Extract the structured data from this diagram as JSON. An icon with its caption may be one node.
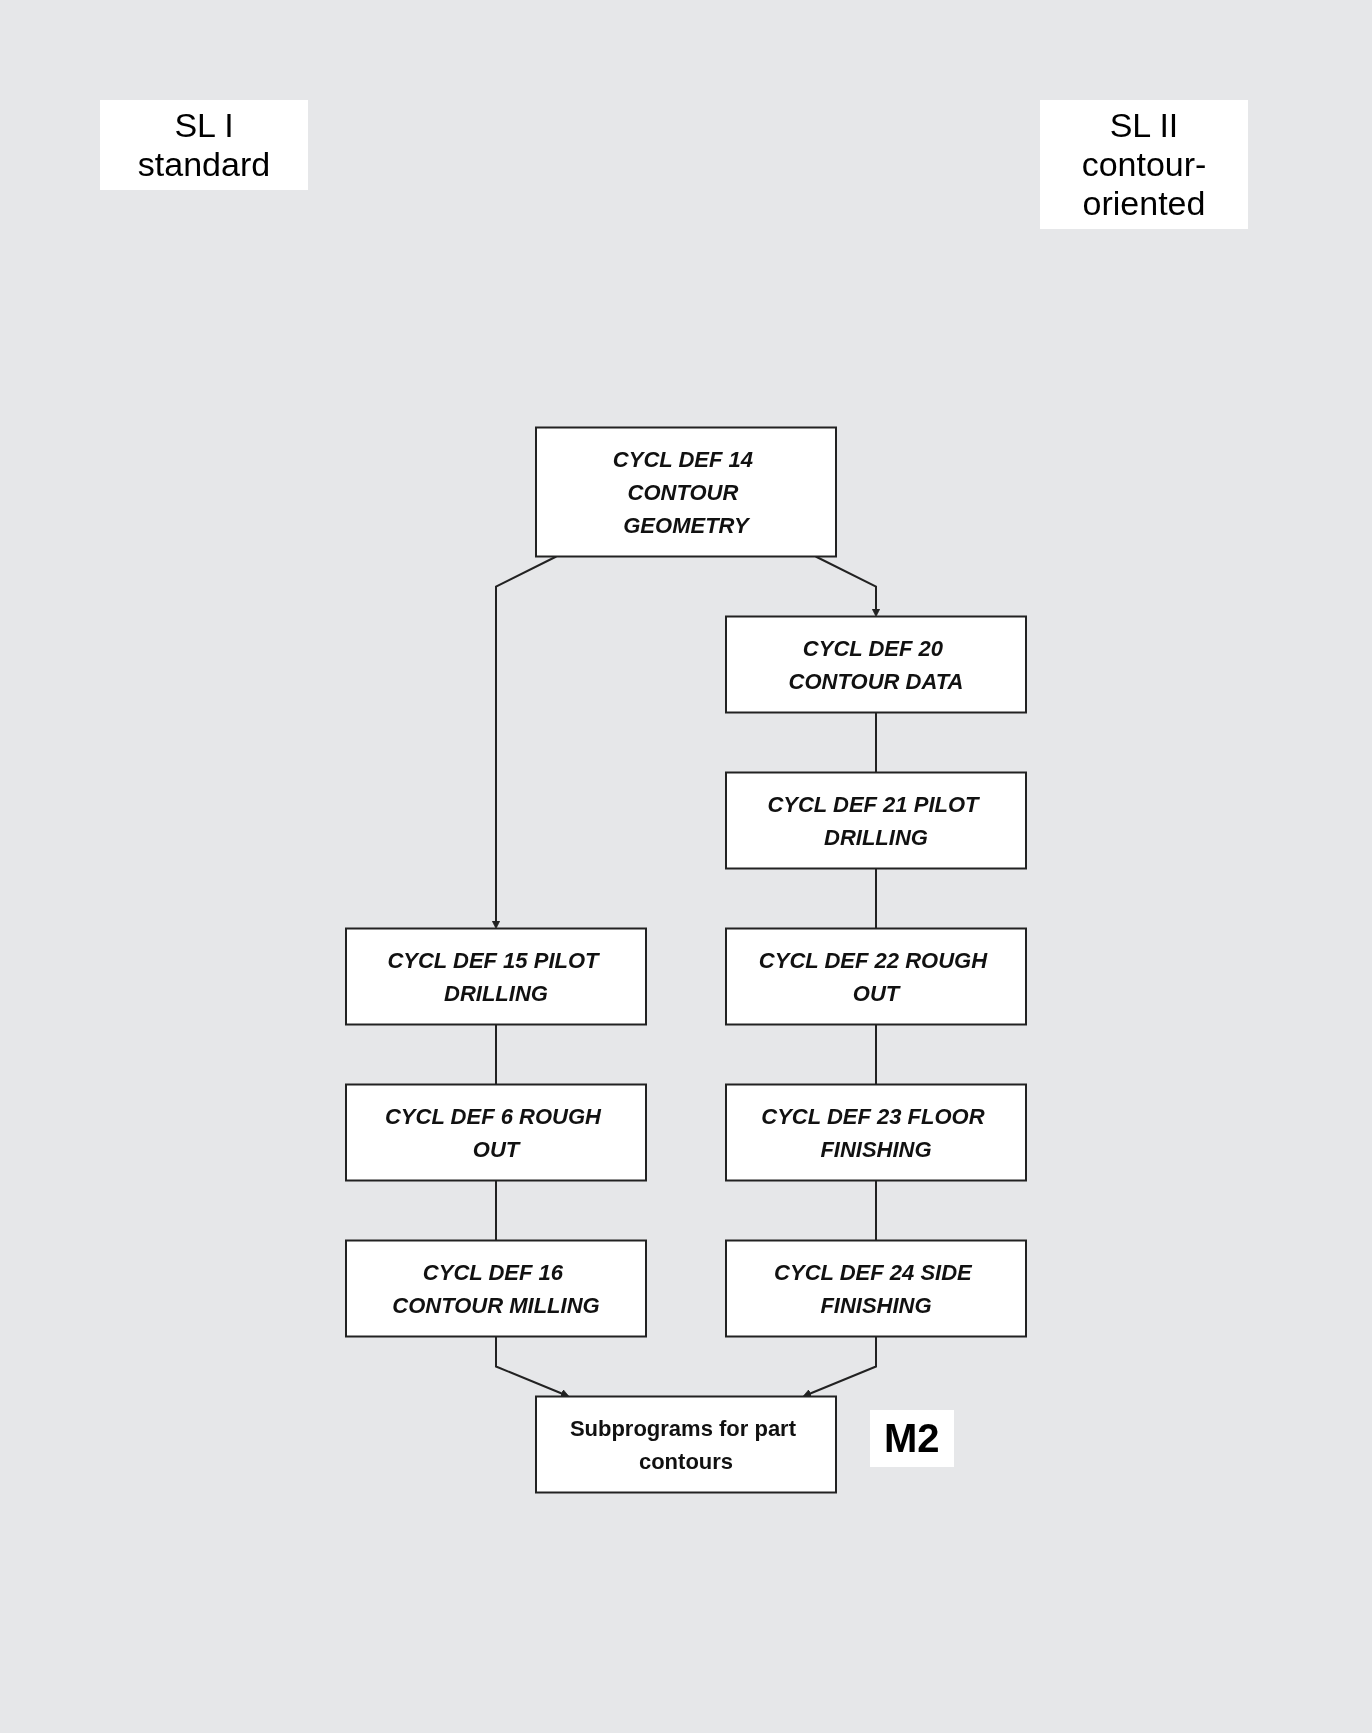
{
  "diagram": {
    "nodes": [
      {
        "text": [
          "CYCL DEF 14 CONTOUR GEOMETRY"
        ]
      },
      {
        "text": [
          "CYCL DEF 20 CONTOUR DATA"
        ]
      },
      {
        "text": [
          "CYCL DEF 15 PILOT DRILLING"
        ]
      },
      {
        "text": [
          "CYCL DEF 21 PILOT DRILLING"
        ]
      },
      {
        "text": [
          "CYCL DEF 6 ROUGH OUT"
        ]
      },
      {
        "text": [
          "CYCL DEF 22 ROUGH OUT"
        ]
      },
      {
        "text": [
          "CYCL DEF 23 FLOOR FINISHING"
        ]
      },
      {
        "text": [
          "CYCL DEF 16 CONTOUR MILLING"
        ]
      },
      {
        "text": [
          "CYCL DEF 24 SIDE FINISHING"
        ]
      },
      {
        "text": [
          "Subprograms for part contours"
        ]
      }
    ],
    "edges": [
      {
        "from": 0,
        "to": 2,
        "arrow": "to"
      },
      {
        "from": 0,
        "to": 1,
        "arrow": "to"
      },
      {
        "from": 1,
        "to": 3,
        "arrow": "none"
      },
      {
        "from": 2,
        "to": 4,
        "arrow": "none"
      },
      {
        "from": 3,
        "to": 5,
        "arrow": "none"
      },
      {
        "from": 5,
        "to": 6,
        "arrow": "none"
      },
      {
        "from": 4,
        "to": 7,
        "arrow": "none"
      },
      {
        "from": 6,
        "to": 8,
        "arrow": "none"
      },
      {
        "from": 7,
        "to": 9,
        "arrow": "to"
      },
      {
        "from": 8,
        "to": 9,
        "arrow": "to"
      }
    ],
    "labels": [
      "SL I standard",
      "SL II contour-oriented",
      "M2"
    ]
  }
}
